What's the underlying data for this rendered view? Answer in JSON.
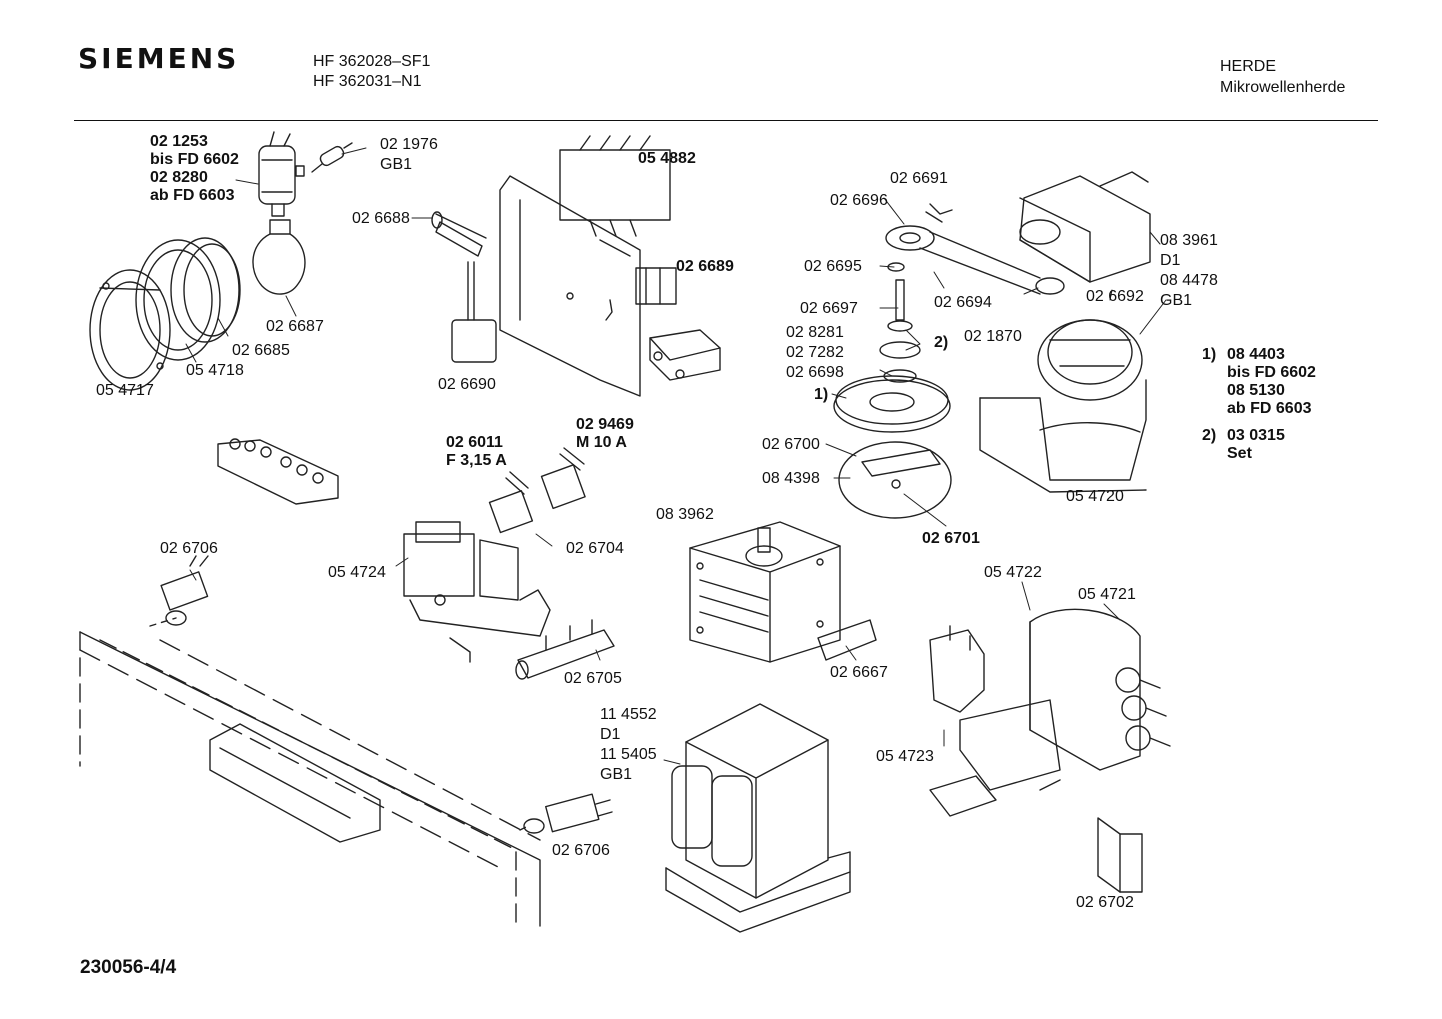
{
  "header": {
    "brand": "SIEMENS",
    "model_1": "HF 362028–SF1",
    "model_2": "HF 362031–N1",
    "category": "HERDE",
    "subcategory": "Mikrowellenherde"
  },
  "footer": {
    "sheet": "230056-4/4"
  },
  "notes": {
    "n1_marker": "1)",
    "n1_l1": "08 4403",
    "n1_l2": "bis FD 6602",
    "n1_l3": "08 5130",
    "n1_l4": "ab FD 6603",
    "n2_marker": "2)",
    "n2_l1": "03 0315",
    "n2_l2": "Set"
  },
  "labels": {
    "lamp_a": "02 1253",
    "lamp_b": "bis FD 6602",
    "lamp_c": "02 8280",
    "lamp_d": "ab FD 6603",
    "p021976": "02 1976",
    "p021976_gb": "GB1",
    "p026688": "02 6688",
    "p054882": "05 4882",
    "p026689": "02 6689",
    "p026687": "02 6687",
    "p026685": "02 6685",
    "p054718": "05 4718",
    "p054717": "05 4717",
    "p026690": "02 6690",
    "p026691": "02 6691",
    "p026696": "02 6696",
    "p083961": "08 3961",
    "p083961_d": "D1",
    "p084478": "08 4478",
    "p084478_gb": "GB1",
    "p026695": "02 6695",
    "p026694": "02 6694",
    "p026692": "02 6692",
    "p026697": "02 6697",
    "p028281": "02 8281",
    "p027282": "02 7282",
    "p026698": "02 6698",
    "ref2": "2)",
    "p021870": "02 1870",
    "ref1": "1)",
    "p026700": "02 6700",
    "p084398": "08 4398",
    "p026701": "02 6701",
    "p054720": "05 4720",
    "p026011": "02 6011",
    "p026011_f": "F 3,15 A",
    "p029469": "02 9469",
    "p029469_m": "M 10 A",
    "p026704": "02 6704",
    "p054724": "05 4724",
    "p026706_top": "02 6706",
    "p083962": "08 3962",
    "p026667": "02 6667",
    "p026705": "02 6705",
    "p054722": "05 4722",
    "p054721": "05 4721",
    "p054723": "05 4723",
    "p114552": "11 4552",
    "p114552_d": "D1",
    "p115405": "11 5405",
    "p115405_gb": "GB1",
    "p026706_bottom": "02  6706",
    "p026702": "02 6702"
  }
}
